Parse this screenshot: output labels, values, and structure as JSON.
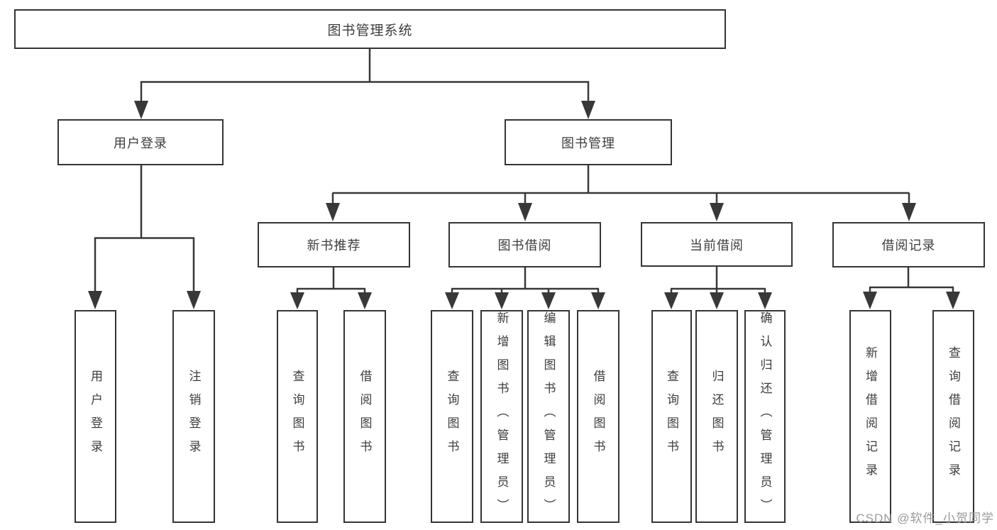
{
  "watermark": "CSDN @软件_小贺同学",
  "colors": {
    "line": "#383838",
    "box_border": "#343434",
    "text": "#3d3d3d",
    "watermark": "#9a9a9a",
    "background": "#ffffff"
  },
  "tree": {
    "label": "图书管理系统",
    "children": [
      {
        "label": "用户登录",
        "children": [
          {
            "label": "用户登录"
          },
          {
            "label": "注销登录"
          }
        ]
      },
      {
        "label": "图书管理",
        "children": [
          {
            "label": "新书推荐",
            "children": [
              {
                "label": "查询图书"
              },
              {
                "label": "借阅图书"
              }
            ]
          },
          {
            "label": "图书借阅",
            "children": [
              {
                "label": "查询图书"
              },
              {
                "label": "新增图书（管理员）"
              },
              {
                "label": "编辑图书（管理员）"
              },
              {
                "label": "借阅图书"
              }
            ]
          },
          {
            "label": "当前借阅",
            "children": [
              {
                "label": "查询图书"
              },
              {
                "label": "归还图书"
              },
              {
                "label": "确认归还（管理员）"
              }
            ]
          },
          {
            "label": "借阅记录",
            "children": [
              {
                "label": "新增借阅记录"
              },
              {
                "label": "查询借阅记录"
              }
            ]
          }
        ]
      }
    ]
  }
}
